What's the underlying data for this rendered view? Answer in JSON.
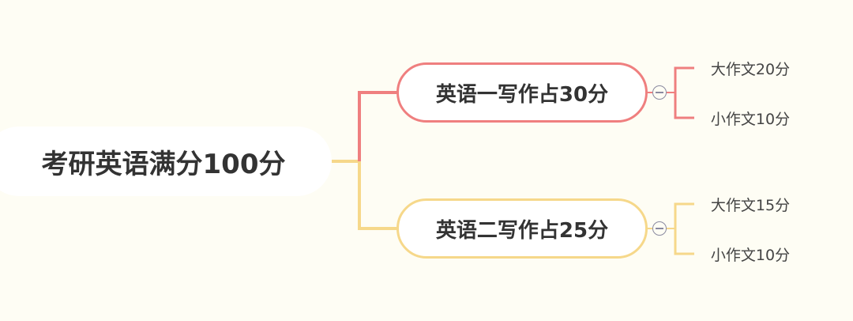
{
  "root": {
    "label": "考研英语满分100分"
  },
  "branches": [
    {
      "label": "英语一写作占30分",
      "color": "#ef7f7f",
      "children": [
        {
          "label": "大作文20分"
        },
        {
          "label": "小作文10分"
        }
      ]
    },
    {
      "label": "英语二写作占25分",
      "color": "#f6d88a",
      "children": [
        {
          "label": "大作文15分"
        },
        {
          "label": "小作文10分"
        }
      ]
    }
  ],
  "colors": {
    "background": "#fefdf4",
    "connector_top": "#ef7f7f",
    "connector_bottom": "#f6d88a",
    "toggle": "#8a8aa0"
  }
}
